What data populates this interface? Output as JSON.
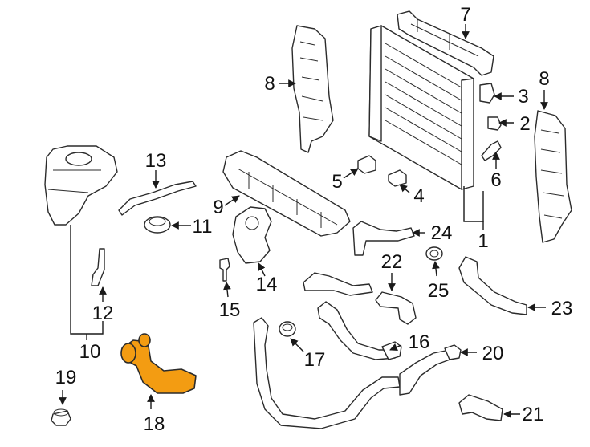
{
  "diagram": {
    "highlight_color": "#f39c12",
    "line_color": "#2b2b2b",
    "callouts": [
      {
        "id": "c1",
        "label": "1"
      },
      {
        "id": "c2",
        "label": "2"
      },
      {
        "id": "c3",
        "label": "3"
      },
      {
        "id": "c4",
        "label": "4"
      },
      {
        "id": "c5",
        "label": "5"
      },
      {
        "id": "c6",
        "label": "6"
      },
      {
        "id": "c7",
        "label": "7"
      },
      {
        "id": "c8a",
        "label": "8"
      },
      {
        "id": "c8b",
        "label": "8"
      },
      {
        "id": "c9",
        "label": "9"
      },
      {
        "id": "c10",
        "label": "10"
      },
      {
        "id": "c11",
        "label": "11"
      },
      {
        "id": "c12",
        "label": "12"
      },
      {
        "id": "c13",
        "label": "13"
      },
      {
        "id": "c14",
        "label": "14"
      },
      {
        "id": "c15",
        "label": "15"
      },
      {
        "id": "c16",
        "label": "16"
      },
      {
        "id": "c17",
        "label": "17"
      },
      {
        "id": "c18",
        "label": "18"
      },
      {
        "id": "c19",
        "label": "19"
      },
      {
        "id": "c20",
        "label": "20"
      },
      {
        "id": "c21",
        "label": "21"
      },
      {
        "id": "c22",
        "label": "22"
      },
      {
        "id": "c23",
        "label": "23"
      },
      {
        "id": "c24",
        "label": "24"
      },
      {
        "id": "c25",
        "label": "25"
      }
    ]
  }
}
